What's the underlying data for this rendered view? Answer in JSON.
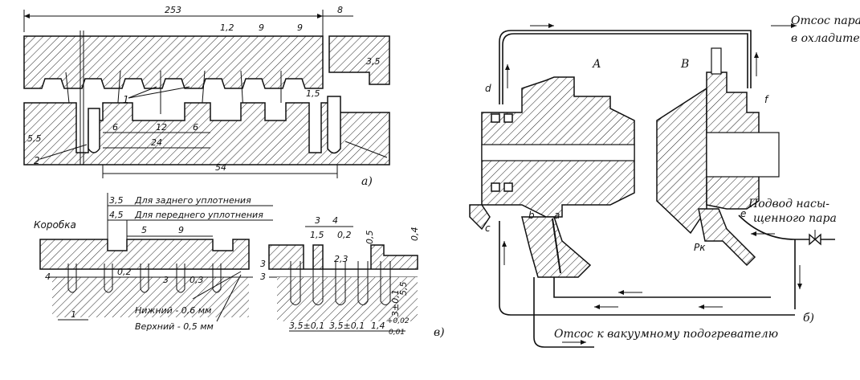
{
  "fig_a": {
    "dim_253": "253",
    "dim_8": "8",
    "dim_1_2": "1,2",
    "dim_9a": "9",
    "dim_9b": "9",
    "dim_3_5": "3,5",
    "dim_1_5": "1,5",
    "dim_5_5": "5,5",
    "dim_6a": "6",
    "dim_12": "12",
    "dim_6b": "6",
    "dim_24": "24",
    "dim_54": "54",
    "label_1": "1",
    "label_2": "2",
    "caption": "а)"
  },
  "fig_v": {
    "dim_3_5": "3,5",
    "dim_4_5": "4,5",
    "text_rear": "Для заднего уплотнения",
    "text_front": "Для переднего уплотнения",
    "label_box": "Коробка",
    "dim_5": "5",
    "dim_9": "9",
    "dim_4": "4",
    "dim_0_2": "0,2",
    "dim_3": "3",
    "dim_0_3": "0,3",
    "dim_1": "1",
    "text_lower": "Нижний - 0,6 мм",
    "text_upper": "Верхний - 0,5 мм",
    "caption": "в)"
  },
  "fig_g": {
    "dim_3a": "3",
    "dim_4": "4",
    "dim_1_5": "1,5",
    "dim_0_2": "0,2",
    "dim_0_5": "0,5",
    "dim_0_4": "0,4",
    "dim_2_3": "2,3",
    "dim_3b": "3",
    "dim_3c": "3",
    "dim_5_5": "5,5",
    "dim_3pm": "3±0,1",
    "dim_35a": "3,5±0,1",
    "dim_35b": "3,5±0,1",
    "dim_14": "1,4",
    "dim_tol_hi": "+0,02",
    "dim_tol_lo": "0,01"
  },
  "fig_b": {
    "top_text_1": "Отсос пара",
    "top_text_2": "в охладитель",
    "label_A": "А",
    "label_B": "В",
    "label_d": "d",
    "label_f": "f",
    "label_c": "с",
    "label_b": "b",
    "label_a": "а",
    "label_e": "е",
    "label_pk": "Pк",
    "supply_1": "Подвод насы-",
    "supply_2": "щенного пара",
    "bottom_text": "Отсос  к  вакуумному подогревателю",
    "caption": "б)"
  }
}
